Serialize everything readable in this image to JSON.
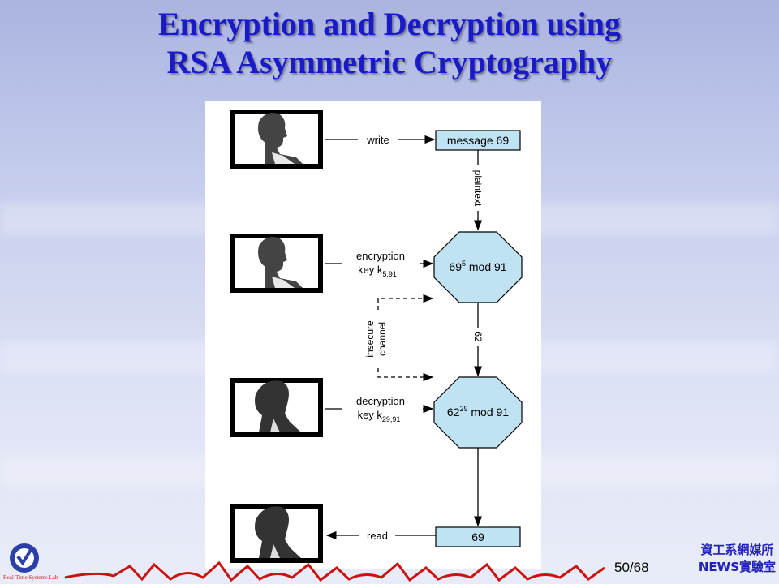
{
  "slide": {
    "title_line1": "Encryption and Decryption using",
    "title_line2": "RSA Asymmetric Cryptography",
    "page_number": "50",
    "page_total": "/68",
    "lab_line1": "資工系網媒所",
    "lab_line2": "NEWS實驗室",
    "logo_text": "Real-Time Systems Lab"
  },
  "diagram": {
    "write_label": "write",
    "message_box": "message 69",
    "plaintext_label": "plaintext",
    "encryption_label": "encryption",
    "encryption_key_label": "key k",
    "encryption_key_sub": "5,91",
    "encrypt_op_base": "69",
    "encrypt_op_exp": "5",
    "encrypt_op_rest": " mod 91",
    "insecure_label": "insecure",
    "channel_label": "channel",
    "ciphertext_label": "62",
    "decryption_label": "decryption",
    "decryption_key_label": "key k",
    "decryption_key_sub": "29,91",
    "decrypt_op_base": "62",
    "decrypt_op_exp": "29",
    "decrypt_op_rest": " mod 91",
    "read_label": "read",
    "result_box": "69"
  },
  "colors": {
    "title": "#1a1ac8",
    "node_fill": "#bfe3f2",
    "lab_text": "#2222bb",
    "footer_red": "#cc1111"
  }
}
